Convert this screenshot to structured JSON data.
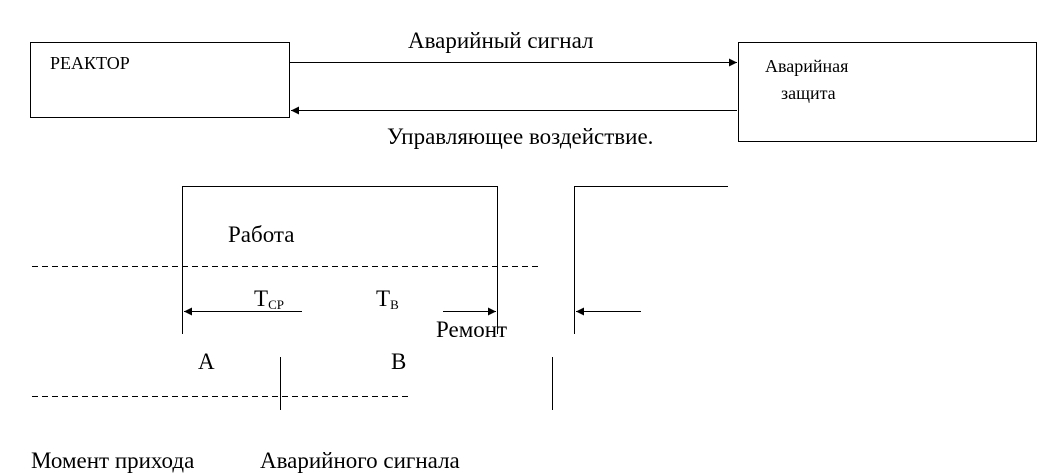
{
  "blocks": {
    "reactor": "РЕАКТОР",
    "protection_line1": "Аварийная",
    "protection_line2": "защита"
  },
  "arrows": {
    "signal": "Аварийный сигнал",
    "control": "Управляющее воздействие."
  },
  "timeline": {
    "work": "Работа",
    "t_cp_main": "Т",
    "t_cp_sub": "СР",
    "t_b_main": "Т",
    "t_b_sub": "В",
    "repair": "Ремонт",
    "point_a": "А",
    "point_b": "В"
  },
  "caption": {
    "part1": "Момент прихода",
    "part2": "Аварийного сигнала"
  }
}
